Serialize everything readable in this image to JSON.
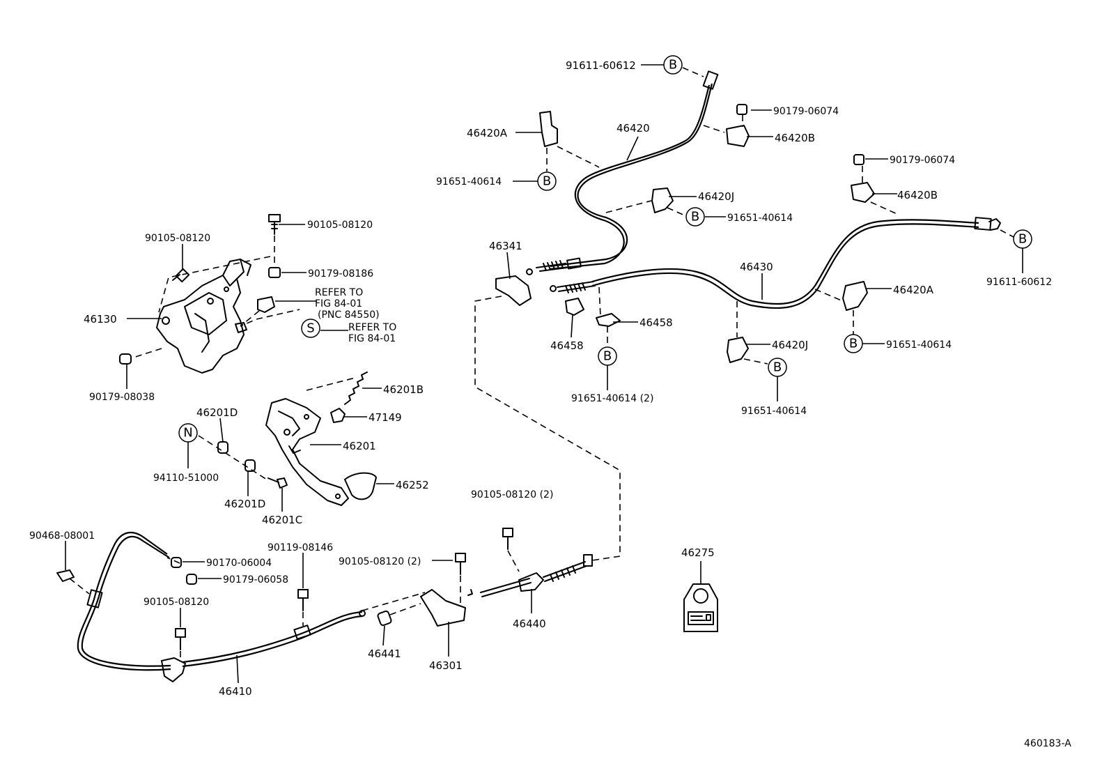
{
  "figure_id": "460183-A",
  "notes": {
    "refer_a_line1": "REFER TO",
    "refer_a_line2": "FIG 84-01",
    "refer_a_line3": "(PNC 84550)",
    "refer_b_line1": "REFER TO",
    "refer_b_line2": "FIG 84-01"
  },
  "circle_marks": {
    "B": "B",
    "S": "S",
    "N": "N"
  },
  "labels": {
    "p91611_60612_top": "91611-60612",
    "p90179_06074_a": "90179-06074",
    "p46420A_top": "46420A",
    "p46420_label": "46420",
    "p46420B_a": "46420B",
    "p91651_40614_a": "91651-40614",
    "p90179_06074_b": "90179-06074",
    "p46420B_b": "46420B",
    "p46420J_a": "46420J",
    "p91651_40614_b": "91651-40614",
    "p91611_60612_right": "91611-60612",
    "p90105_08120_a": "90105-08120",
    "p90105_08120_b": "90105-08120",
    "p90179_08186": "90179-08186",
    "p46341": "46341",
    "p46430": "46430",
    "p46420A_right": "46420A",
    "p46130": "46130",
    "p46458_a": "46458",
    "p46458_b": "46458",
    "p46420J_b": "46420J",
    "p91651_40614_c": "91651-40614",
    "p91651_40614_2": "91651-40614 (2)",
    "p91651_40614_d": "91651-40614",
    "p90179_08038": "90179-08038",
    "p46201B": "46201B",
    "p46201D_a": "46201D",
    "p47149": "47149",
    "p46201": "46201",
    "p94110_51000": "94110-51000",
    "p46252": "46252",
    "p46201D_b": "46201D",
    "p46201C": "46201C",
    "p90105_08120_2a": "90105-08120 (2)",
    "p90468_08001": "90468-08001",
    "p90119_08146": "90119-08146",
    "p90170_06004": "90170-06004",
    "p90179_06058": "90179-06058",
    "p90105_08120_2b": "90105-08120 (2)",
    "p46275": "46275",
    "p90105_08120_c": "90105-08120",
    "p46440": "46440",
    "p46441": "46441",
    "p46301": "46301",
    "p46410": "46410"
  }
}
